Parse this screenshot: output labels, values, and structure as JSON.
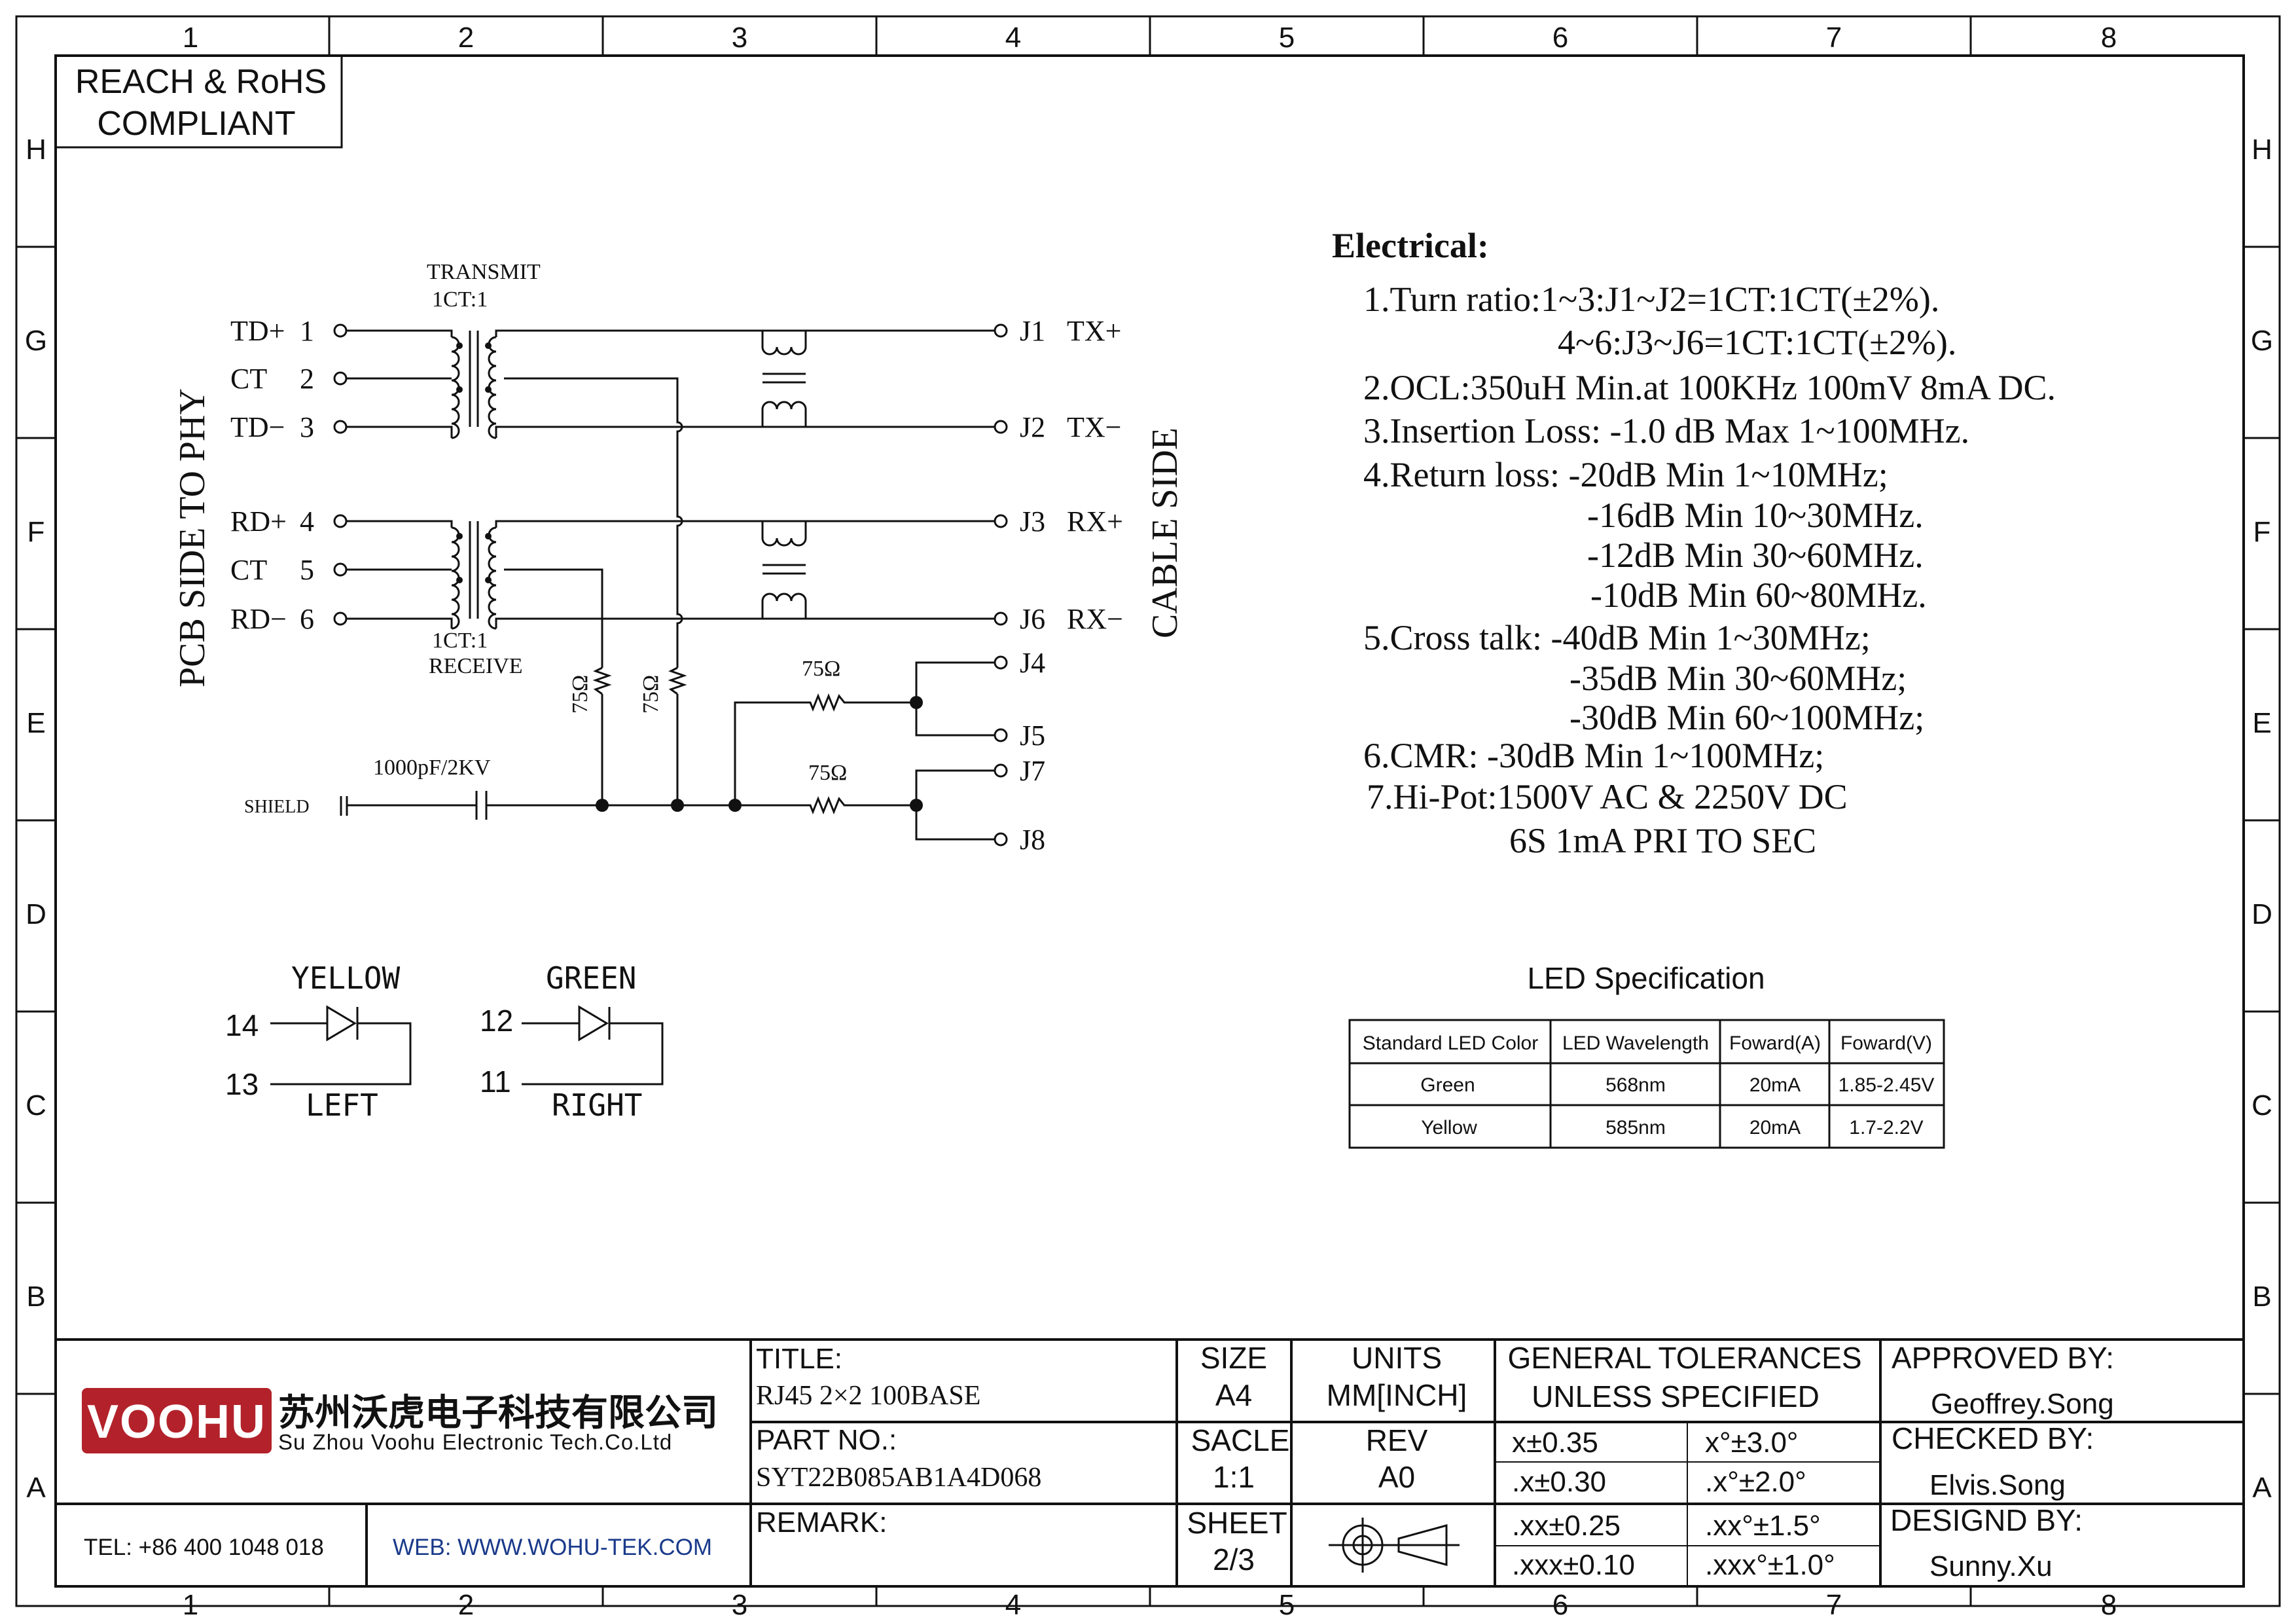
{
  "border": {
    "columns": [
      "1",
      "2",
      "3",
      "4",
      "5",
      "6",
      "7",
      "8"
    ],
    "rows": [
      "H",
      "G",
      "F",
      "E",
      "D",
      "C",
      "B",
      "A"
    ]
  },
  "compliance": {
    "line1": "REACH & RoHS",
    "line2": "COMPLIANT"
  },
  "schematic": {
    "transmit_label": "TRANSMIT",
    "transmit_ratio": "1CT:1",
    "receive_ratio": "1CT:1",
    "receive_label": "RECEIVE",
    "pcb_side": "PCB SIDE TO PHY",
    "cable_side": "CABLE SIDE",
    "left_pins": [
      {
        "name": "TD+",
        "num": "1"
      },
      {
        "name": "CT",
        "num": "2"
      },
      {
        "name": "TD−",
        "num": "3"
      },
      {
        "name": "RD+",
        "num": "4"
      },
      {
        "name": "CT",
        "num": "5"
      },
      {
        "name": "RD−",
        "num": "6"
      }
    ],
    "right_pins": [
      {
        "name": "J1",
        "sig": "TX+"
      },
      {
        "name": "J2",
        "sig": "TX−"
      },
      {
        "name": "J3",
        "sig": "RX+"
      },
      {
        "name": "J6",
        "sig": "RX−"
      },
      {
        "name": "J4",
        "sig": ""
      },
      {
        "name": "J5",
        "sig": ""
      },
      {
        "name": "J7",
        "sig": ""
      },
      {
        "name": "J8",
        "sig": ""
      }
    ],
    "resistor_label": "75Ω",
    "capacitor_label": "1000pF/2KV",
    "shield_label": "SHIELD"
  },
  "leds": {
    "left": {
      "color": "YELLOW",
      "pin_a": "14",
      "pin_b": "13",
      "side": "LEFT"
    },
    "right": {
      "color": "GREEN",
      "pin_a": "12",
      "pin_b": "11",
      "side": "RIGHT"
    }
  },
  "electrical": {
    "heading": "Electrical:",
    "lines": [
      "1.Turn ratio:1~3:J1~J2=1CT:1CT(±2%).",
      "4~6:J3~J6=1CT:1CT(±2%).",
      "2.OCL:350uH Min.at 100KHz 100mV 8mA DC.",
      "3.Insertion Loss: -1.0 dB Max 1~100MHz.",
      "4.Return loss: -20dB Min 1~10MHz;",
      "-16dB Min 10~30MHz.",
      "-12dB Min 30~60MHz.",
      "-10dB Min 60~80MHz.",
      "5.Cross talk: -40dB Min 1~30MHz;",
      "-35dB Min 30~60MHz;",
      "-30dB Min 60~100MHz;",
      "6.CMR: -30dB Min 1~100MHz;",
      "7.Hi-Pot:1500V AC & 2250V DC",
      "6S 1mA PRI TO SEC"
    ]
  },
  "led_spec": {
    "title": "LED Specification",
    "headers": [
      "Standard LED Color",
      "LED Wavelength",
      "Foward(A)",
      "Foward(V)"
    ],
    "rows": [
      [
        "Green",
        "568nm",
        "20mA",
        "1.85-2.45V"
      ],
      [
        "Yellow",
        "585nm",
        "20mA",
        "1.7-2.2V"
      ]
    ]
  },
  "title_block": {
    "company_cn": "苏州沃虎电子科技有限公司",
    "company_en": "Su Zhou Voohu Electronic Tech.Co.Ltd",
    "logo_text": "VOOHU",
    "tel": "TEL: +86 400 1048 018",
    "web": "WEB: WWW.WOHU-TEK.COM",
    "title_label": "TITLE:",
    "title_value": "RJ45 2×2 100BASE",
    "part_label": "PART NO.:",
    "part_value": "SYT22B085AB1A4D068",
    "remark_label": "REMARK:",
    "size_label": "SIZE",
    "size_value": "A4",
    "units_label": "UNITS",
    "units_value": "MM[INCH]",
    "scale_label": "SACLE",
    "scale_value": "1:1",
    "rev_label": "REV",
    "rev_value": "A0",
    "sheet_label": "SHEET",
    "sheet_value": "2/3",
    "tol_line1": "GENERAL TOLERANCES",
    "tol_line2": "UNLESS SPECIFIED",
    "tolerances": [
      [
        "x±0.35",
        "x°±3.0°"
      ],
      [
        ".x±0.30",
        ".x°±2.0°"
      ],
      [
        ".xx±0.25",
        ".xx°±1.5°"
      ],
      [
        ".xxx±0.10",
        ".xxx°±1.0°"
      ]
    ],
    "approved_label": "APPROVED BY:",
    "approved_value": "Geoffrey.Song",
    "checked_label": "CHECKED BY:",
    "checked_value": "Elvis.Song",
    "designed_label": "DESIGND BY:",
    "designed_value": "Sunny.Xu"
  },
  "colors": {
    "line": "#111111",
    "brand": "#b3222a",
    "web": "#1a3a8a"
  }
}
